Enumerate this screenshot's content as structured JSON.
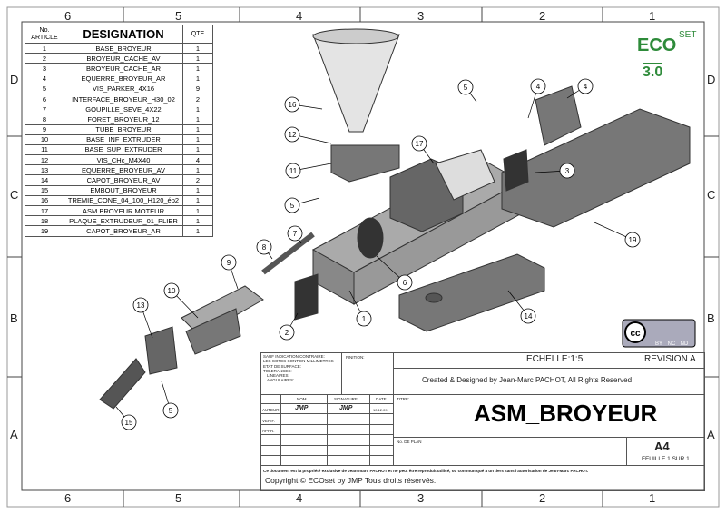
{
  "zones": {
    "columns": [
      "6",
      "5",
      "4",
      "3",
      "2",
      "1"
    ],
    "rows": [
      "D",
      "C",
      "B",
      "A"
    ]
  },
  "bom": {
    "headers": {
      "no": "No. ARTICLE",
      "designation": "DESIGNATION",
      "qty": "QTE"
    },
    "rows": [
      [
        "1",
        "BASE_BROYEUR",
        "1"
      ],
      [
        "2",
        "BROYEUR_CACHE_AV",
        "1"
      ],
      [
        "3",
        "BROYEUR_CACHE_AR",
        "1"
      ],
      [
        "4",
        "EQUERRE_BROYEUR_AR",
        "1"
      ],
      [
        "5",
        "VIS_PARKER_4X16",
        "9"
      ],
      [
        "6",
        "INTERFACE_BROYEUR_H30_02",
        "2"
      ],
      [
        "7",
        "GOUPILLE_SEVE_4X22",
        "1"
      ],
      [
        "8",
        "FORET_BROYEUR_12",
        "1"
      ],
      [
        "9",
        "TUBE_BROYEUR",
        "1"
      ],
      [
        "10",
        "BASE_INF_EXTRUDER",
        "1"
      ],
      [
        "11",
        "BASE_SUP_EXTRUDER",
        "1"
      ],
      [
        "12",
        "VIS_CHc_M4X40",
        "4"
      ],
      [
        "13",
        "EQUERRE_BROYEUR_AV",
        "1"
      ],
      [
        "14",
        "CAPOT_BROYEUR_AV",
        "2"
      ],
      [
        "15",
        "EMBOUT_BROYEUR",
        "1"
      ],
      [
        "16",
        "TREMIE_CONE_04_100_H120_ép2",
        "1"
      ],
      [
        "17",
        "ASM BROYEUR MOTEUR",
        "1"
      ],
      [
        "18",
        "PLAQUE_EXTRUDEUR_01_PLIER",
        "1"
      ],
      [
        "19",
        "CAPOT_BROYEUR_AR",
        "1"
      ]
    ]
  },
  "logo": {
    "text": "ECO",
    "sup": "SET",
    "version": "3.0",
    "color": "#2e8b3a"
  },
  "license": {
    "cc": "cc",
    "labels": [
      "BY",
      "NC",
      "ND"
    ]
  },
  "balloons": [
    "16",
    "12",
    "11",
    "5",
    "17",
    "5",
    "4",
    "4",
    "3",
    "19",
    "7",
    "8",
    "9",
    "10",
    "13",
    "2",
    "1",
    "6",
    "14",
    "15",
    "5"
  ],
  "title_block": {
    "tolerance_lines": [
      "SAUF INDICATION CONTRAIRE:",
      "LES COTES SONT EN MILLIMETRES",
      "ETAT DE SURFACE:",
      "TOLERANCES:",
      "LINEAIRES:",
      "ANGULAIRES:"
    ],
    "finish": "FINITION:",
    "scale": "ECHELLE:1:5",
    "revision": "REVISION A",
    "credit": "Created & Designed by Jean-Marc PACHOT, All Rights Reserved",
    "col_nom": "NOM",
    "col_signature": "SIGNATURE",
    "col_date": "DATE",
    "row_author": "AUTEUR",
    "row_verif": "VERIF.",
    "row_appr": "APPR.",
    "author_name": "JMP",
    "author_signature": "JMP",
    "author_date": "10.12.09",
    "title_label": "TITRE:",
    "title": "ASM_BROYEUR",
    "plan_label": "No. DE PLAN",
    "format": "A4",
    "sheet": "FEUILLE 1 SUR 1",
    "notice": "Ce document est la propriété exclusive de Jean-marc PACHOT et ne peut être reproduit,utilisé, ou communiqué à un tiers sans l'autorisation de Jean-Marc PACHOT.",
    "copyright": "Copyright © ECOset by JMP Tous droits réservés."
  }
}
